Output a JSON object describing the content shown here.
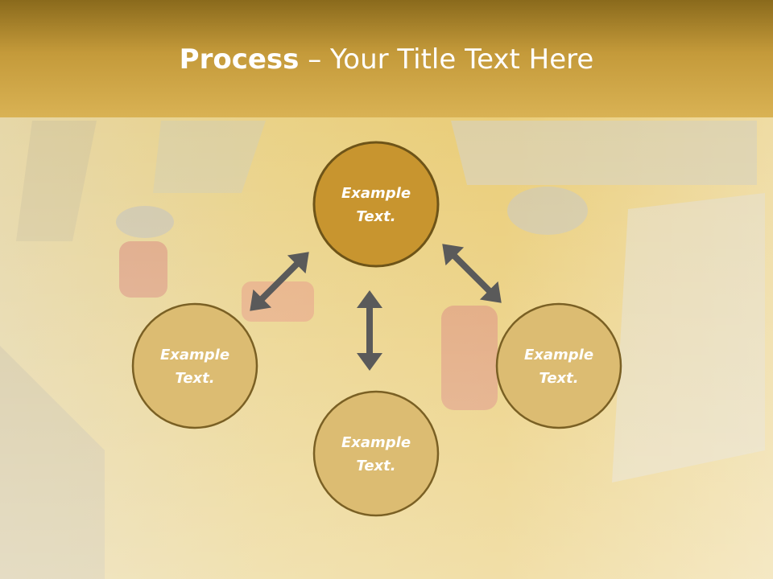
{
  "slide": {
    "title_bold": "Process",
    "title_sep": " – ",
    "title_rest": "Your Title Text Here"
  },
  "colors": {
    "header_dark": "#8a6a1c",
    "header_light": "#d9b254",
    "center_node_fill": "#c8952f",
    "outer_node_fill": "#dcbc72",
    "node_border": "#6e5418",
    "arrow": "#5a5a5a"
  },
  "nodes": [
    {
      "id": "top",
      "line1": "Example",
      "line2": "Text."
    },
    {
      "id": "left",
      "line1": "Example",
      "line2": "Text."
    },
    {
      "id": "right",
      "line1": "Example",
      "line2": "Text."
    },
    {
      "id": "bottom",
      "line1": "Example",
      "line2": "Text."
    }
  ]
}
